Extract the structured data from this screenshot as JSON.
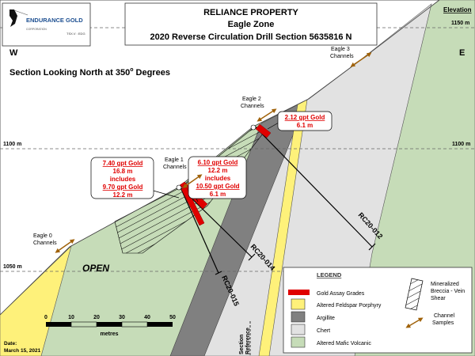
{
  "logo": {
    "name": "ENDURANCE GOLD",
    "sub": "CORPORATION",
    "ticker": "TSX.V : EDG"
  },
  "title": {
    "line1": "RELIANCE PROPERTY",
    "line2": "Eagle Zone",
    "line3": "2020 Reverse Circulation Drill Section 5635816 N"
  },
  "directions": {
    "west": "W",
    "east": "E"
  },
  "section_note": "Section Looking North at 350",
  "section_note_deg": "o",
  "section_note_end": " Degrees",
  "elevation": {
    "label": "Elevation",
    "e1150": "1150 m",
    "e1100": "1100 m",
    "e1050": "1050 m"
  },
  "channels": {
    "eagle0": [
      "Eagle 0",
      "Channels"
    ],
    "eagle1": [
      "Eagle 1",
      "Channels"
    ],
    "eagle2": [
      "Eagle 2",
      "Channels"
    ],
    "eagle3": [
      "Eagle 3",
      "Channels"
    ]
  },
  "callouts": {
    "rc15": [
      "7.40 gpt Gold",
      "16.8 m",
      "includes",
      "9.70 gpt Gold",
      "12.2 m"
    ],
    "rc14": [
      "6.10 gpt Gold",
      "12.2 m",
      "includes",
      "10.50 gpt Gold",
      "6.1 m"
    ],
    "rc12": [
      "2.12 gpt Gold",
      "6.1 m"
    ]
  },
  "holes": {
    "rc12": "RC20-012",
    "rc14": "RC20-014",
    "rc15": "RC20-015"
  },
  "open_label": "OPEN",
  "section_reference": [
    "Section",
    "Reference"
  ],
  "scale": {
    "ticks": [
      "0",
      "10",
      "20",
      "30",
      "40",
      "50"
    ],
    "unit": "metres"
  },
  "date": {
    "label": "Date:",
    "value": "March 15, 2021"
  },
  "legend": {
    "title": "LEGEND",
    "items": [
      {
        "label": "Gold Assay Grades",
        "color": "#e00000"
      },
      {
        "label": "Altered Feldspar Porphyry",
        "color": "#fef17a"
      },
      {
        "label": "Argillite",
        "color": "#808080"
      },
      {
        "label": "Chert",
        "color": "#e2e2e2"
      },
      {
        "label": "Altered Mafic Volcanic",
        "color": "#c6dcb8"
      }
    ],
    "breccia": [
      "Mineralized",
      "Breccia - Vein",
      "Shear"
    ],
    "channel": [
      "Channel",
      "Samples"
    ]
  },
  "colors": {
    "green": "#c6dcb8",
    "yellow": "#fef17a",
    "argillite": "#808080",
    "chert": "#e2e2e2",
    "red": "#e00000",
    "arrow": "#a0620a"
  }
}
